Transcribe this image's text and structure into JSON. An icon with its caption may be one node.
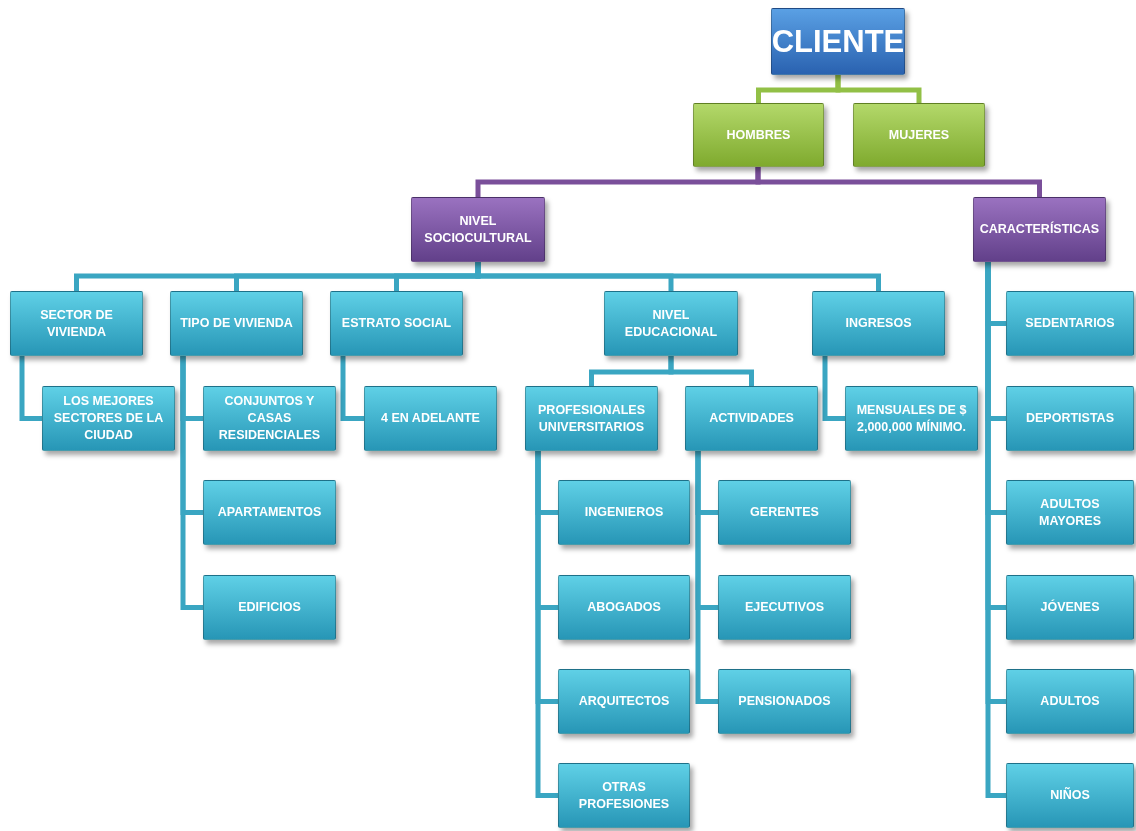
{
  "diagram": {
    "nodes": [
      {
        "text": [
          "CLIENTE"
        ]
      },
      {
        "text": [
          "HOMBRES"
        ]
      },
      {
        "text": [
          "MUJERES"
        ]
      },
      {
        "text": [
          "NIVEL SOCIOCULTURAL"
        ]
      },
      {
        "text": [
          "CARACTERÍSTICAS"
        ]
      },
      {
        "text": [
          "SECTOR DE VIVIENDA"
        ]
      },
      {
        "text": [
          "TIPO DE VIVIENDA"
        ]
      },
      {
        "text": [
          "ESTRATO SOCIAL"
        ]
      },
      {
        "text": [
          "NIVEL EDUCACIONAL"
        ]
      },
      {
        "text": [
          "INGRESOS"
        ]
      },
      {
        "text": [
          "LOS MEJORES SECTORES DE LA CIUDAD"
        ]
      },
      {
        "text": [
          "CONJUNTOS Y CASAS RESIDENCIALES"
        ]
      },
      {
        "text": [
          "APARTAMENTOS"
        ]
      },
      {
        "text": [
          "EDIFICIOS"
        ]
      },
      {
        "text": [
          "4 EN ADELANTE"
        ]
      },
      {
        "text": [
          "PROFESIONALES UNIVERSITARIOS"
        ]
      },
      {
        "text": [
          "ACTIVIDADES"
        ]
      },
      {
        "text": [
          "MENSUALES DE $ 2,000,000 MÍNIMO."
        ]
      },
      {
        "text": [
          "INGENIEROS"
        ]
      },
      {
        "text": [
          "ABOGADOS"
        ]
      },
      {
        "text": [
          "ARQUITECTOS"
        ]
      },
      {
        "text": [
          "OTRAS PROFESIONES"
        ]
      },
      {
        "text": [
          "GERENTES"
        ]
      },
      {
        "text": [
          "EJECUTIVOS"
        ]
      },
      {
        "text": [
          "PENSIONADOS"
        ]
      },
      {
        "text": [
          "SEDENTARIOS"
        ]
      },
      {
        "text": [
          "DEPORTISTAS"
        ]
      },
      {
        "text": [
          "ADULTOS MAYORES"
        ]
      },
      {
        "text": [
          "JÓVENES"
        ]
      },
      {
        "text": [
          "ADULTOS"
        ]
      },
      {
        "text": [
          "NIÑOS"
        ]
      }
    ],
    "edges": [
      {
        "from": 0,
        "to": 1,
        "arrow": "none",
        "color": "#92c046"
      },
      {
        "from": 0,
        "to": 2,
        "arrow": "none",
        "color": "#92c046"
      },
      {
        "from": 1,
        "to": 3,
        "arrow": "none",
        "color": "#7a4f9a"
      },
      {
        "from": 1,
        "to": 4,
        "arrow": "none",
        "color": "#7a4f9a"
      },
      {
        "from": 3,
        "to": 5,
        "arrow": "none"
      },
      {
        "from": 3,
        "to": 6,
        "arrow": "none"
      },
      {
        "from": 3,
        "to": 7,
        "arrow": "none"
      },
      {
        "from": 3,
        "to": 8,
        "arrow": "none"
      },
      {
        "from": 3,
        "to": 9,
        "arrow": "none"
      },
      {
        "from": 5,
        "to": 10,
        "arrow": "none"
      },
      {
        "from": 6,
        "to": 11,
        "arrow": "none"
      },
      {
        "from": 6,
        "to": 12,
        "arrow": "none"
      },
      {
        "from": 6,
        "to": 13,
        "arrow": "none"
      },
      {
        "from": 7,
        "to": 14,
        "arrow": "none"
      },
      {
        "from": 8,
        "to": 15,
        "arrow": "none"
      },
      {
        "from": 8,
        "to": 16,
        "arrow": "none"
      },
      {
        "from": 9,
        "to": 17,
        "arrow": "none"
      },
      {
        "from": 15,
        "to": 18,
        "arrow": "none"
      },
      {
        "from": 15,
        "to": 19,
        "arrow": "none"
      },
      {
        "from": 15,
        "to": 20,
        "arrow": "none"
      },
      {
        "from": 15,
        "to": 21,
        "arrow": "none"
      },
      {
        "from": 16,
        "to": 22,
        "arrow": "none"
      },
      {
        "from": 16,
        "to": 23,
        "arrow": "none"
      },
      {
        "from": 16,
        "to": 24,
        "arrow": "none"
      },
      {
        "from": 4,
        "to": 25,
        "arrow": "none"
      },
      {
        "from": 4,
        "to": 26,
        "arrow": "none"
      },
      {
        "from": 4,
        "to": 27,
        "arrow": "none"
      },
      {
        "from": 4,
        "to": 28,
        "arrow": "none"
      },
      {
        "from": 4,
        "to": 29,
        "arrow": "none"
      },
      {
        "from": 4,
        "to": 30,
        "arrow": "none"
      }
    ]
  }
}
